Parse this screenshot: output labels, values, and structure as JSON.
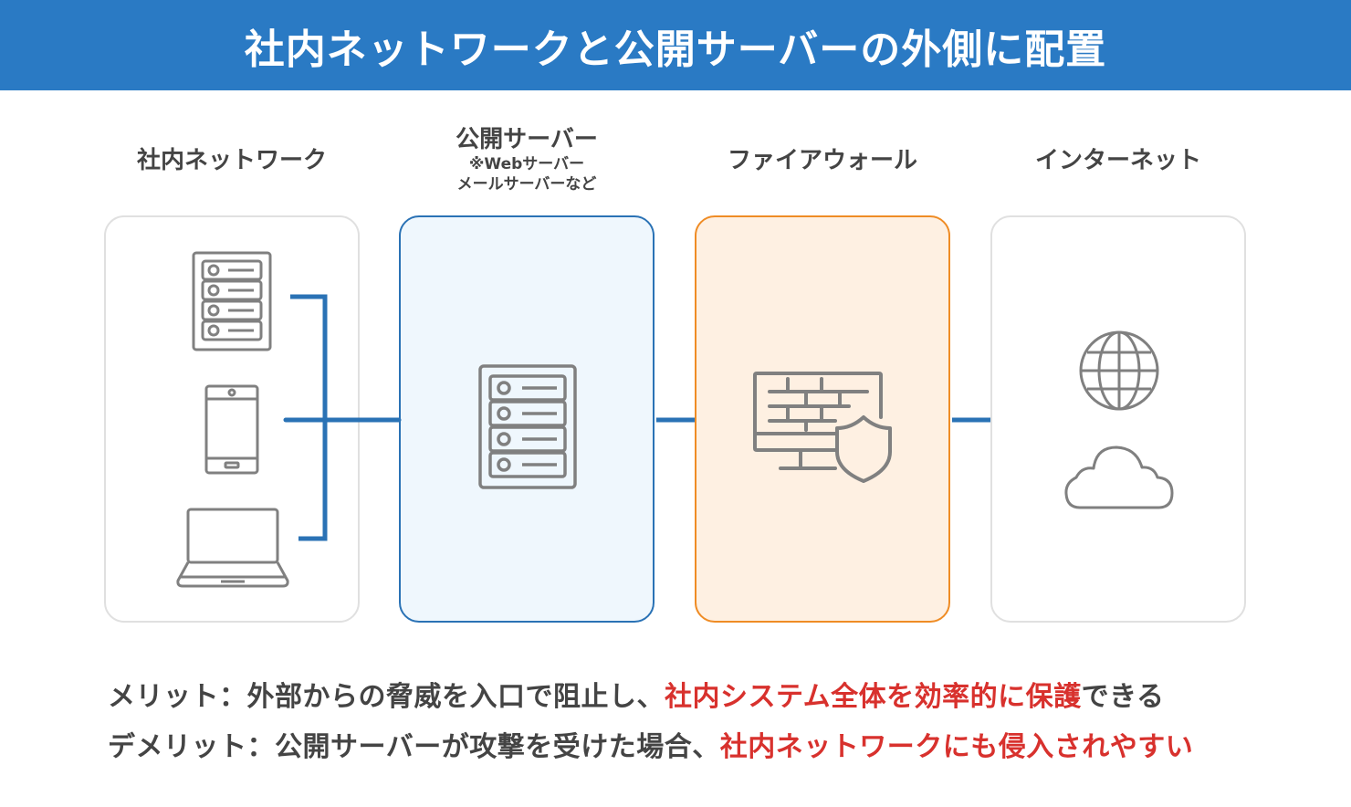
{
  "header": {
    "title": "社内ネットワークと公開サーバーの外側に配置"
  },
  "columns": [
    {
      "label": "社内ネットワーク"
    },
    {
      "label": "公開サーバー",
      "sub1": "※Webサーバー",
      "sub2": "メールサーバーなど"
    },
    {
      "label": "ファイアウォール"
    },
    {
      "label": "インターネット"
    }
  ],
  "icons": {
    "internal": [
      "server-icon",
      "smartphone-icon",
      "laptop-icon"
    ],
    "public": [
      "server-icon"
    ],
    "firewall": [
      "firewall-monitor-shield-icon"
    ],
    "internet": [
      "globe-icon",
      "cloud-icon"
    ]
  },
  "footer": {
    "merit": {
      "prefix": "メリット：外部からの脅威を入口で阻止し、",
      "highlight": "社内システム全体を効率的に保護",
      "suffix": "できる"
    },
    "demerit": {
      "prefix": "デメリット：公開サーバーが攻撃を受けた場合、",
      "highlight": "社内ネットワークにも侵入されやすい",
      "suffix": ""
    }
  },
  "colors": {
    "header": "#2a7ac4",
    "connector": "#2a72b5",
    "public_border": "#2a72b5",
    "public_fill": "#eff7fd",
    "firewall_border": "#ef8c25",
    "firewall_fill": "#fef0e2",
    "neutral_border": "#e0e0e0",
    "icon_stroke": "#808080",
    "highlight_text": "#d8312d",
    "body_text": "#444444"
  }
}
